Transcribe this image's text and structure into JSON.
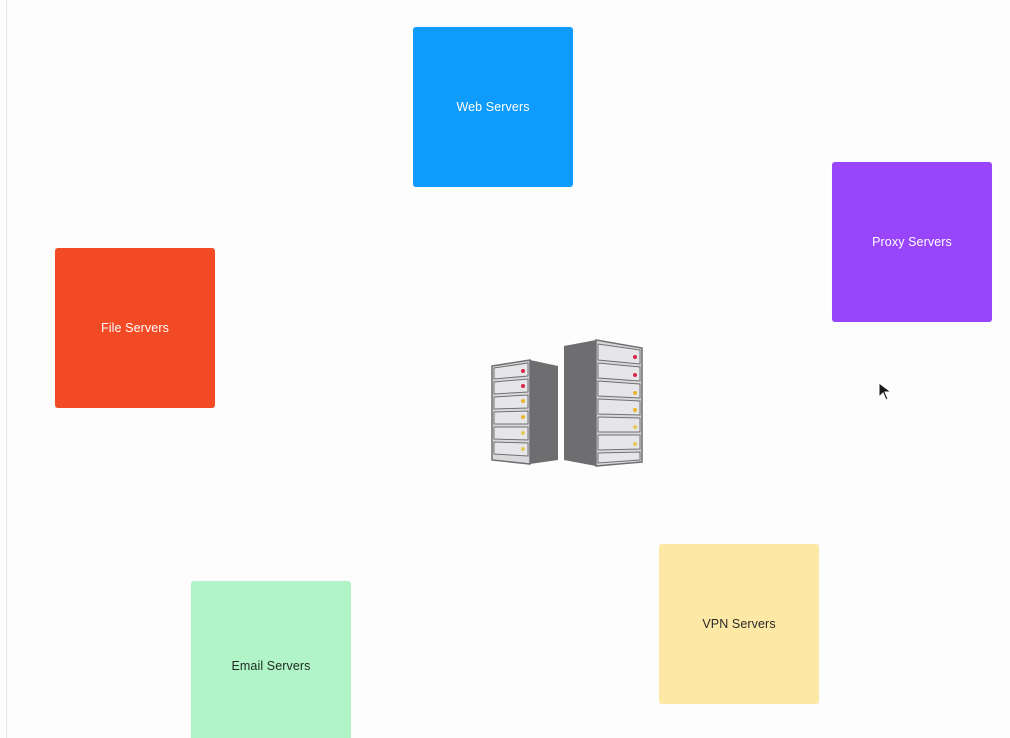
{
  "board": {
    "notes": [
      {
        "id": "note-web",
        "label": "Web Servers",
        "bg": "#0e9bfc",
        "fg": "#ffffff"
      },
      {
        "id": "note-proxy",
        "label": "Proxy Servers",
        "bg": "#9945fb",
        "fg": "#ffffff"
      },
      {
        "id": "note-file",
        "label": "File Servers",
        "bg": "#f24a24",
        "fg": "#ffffff"
      },
      {
        "id": "note-vpn",
        "label": "VPN Servers",
        "bg": "#fde8a6",
        "fg": "#2a2a2a"
      },
      {
        "id": "note-email",
        "label": "Email Servers",
        "bg": "#b1f4c7",
        "fg": "#1f2a22"
      }
    ],
    "center_icon": "server-rack-icon",
    "cursor_icon": "mouse-cursor-icon"
  }
}
